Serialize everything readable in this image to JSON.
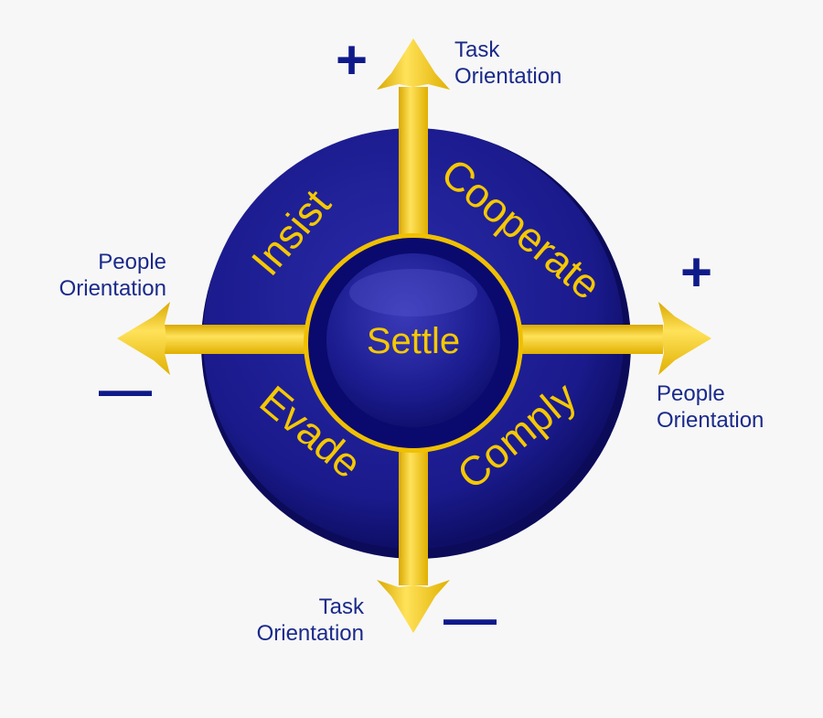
{
  "colors": {
    "navy": "#1a1a8c",
    "dark_navy": "#0a0a6e",
    "gold": "#f5c800",
    "text_blue": "#1a2a8a"
  },
  "diagram": {
    "center_label": "Settle",
    "quadrants": {
      "top_left": "Insist",
      "top_right": "Cooperate",
      "bottom_left": "Evade",
      "bottom_right": "Comply"
    },
    "axes": {
      "top": {
        "label_line1": "Task",
        "label_line2": "Orientation",
        "sign": "+"
      },
      "bottom": {
        "label_line1": "Task",
        "label_line2": "Orientation",
        "sign": "—"
      },
      "left": {
        "label_line1": "People",
        "label_line2": "Orientation",
        "sign": "—"
      },
      "right": {
        "label_line1": "People",
        "label_line2": "Orientation",
        "sign": "+"
      }
    }
  }
}
